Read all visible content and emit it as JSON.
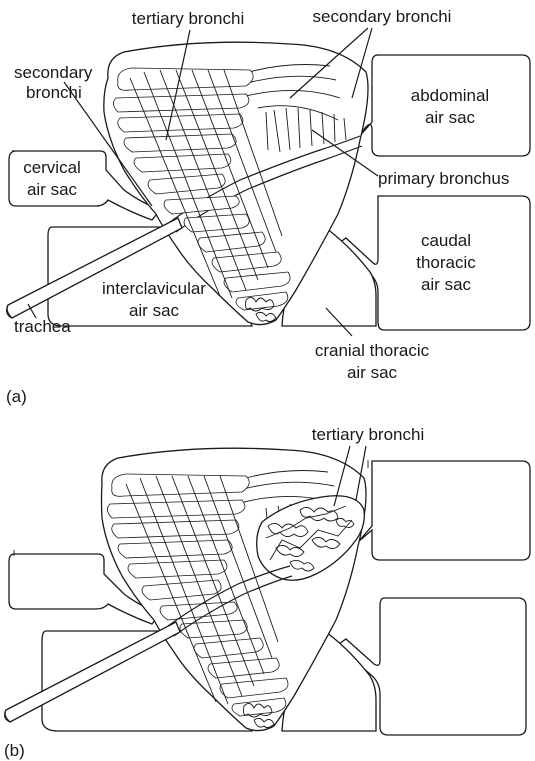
{
  "panels": [
    {
      "id": "a",
      "caption": "(a)",
      "labels": {
        "tertiary_bronchi": "tertiary bronchi",
        "secondary_bronchi_top": "secondary bronchi",
        "secondary_bronchi_left_1": "secondary",
        "secondary_bronchi_left_2": "bronchi",
        "abdominal_1": "abdominal",
        "abdominal_2": "air sac",
        "cervical_1": "cervical",
        "cervical_2": "air sac",
        "primary_bronchus": "primary bronchus",
        "caudal_1": "caudal",
        "caudal_2": "thoracic",
        "caudal_3": "air sac",
        "interclavicular_1": "interclavicular",
        "interclavicular_2": "air sac",
        "trachea": "trachea",
        "cranial_1": "cranial thoracic",
        "cranial_2": "air sac"
      }
    },
    {
      "id": "b",
      "caption": "(b)",
      "labels": {
        "tertiary_bronchi": "tertiary bronchi"
      }
    }
  ]
}
